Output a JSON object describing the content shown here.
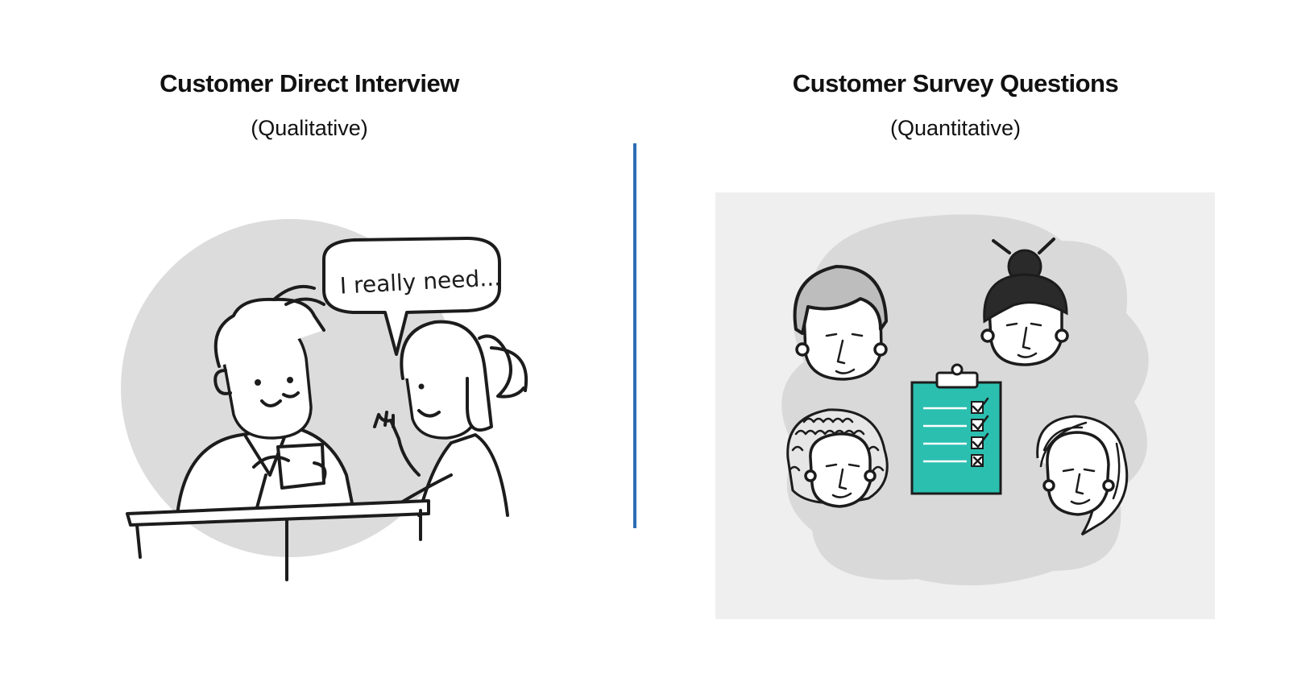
{
  "left": {
    "title": "Customer Direct Interview",
    "subtitle": "(Qualitative)",
    "speech_bubble": "I really need..."
  },
  "right": {
    "title": "Customer Survey Questions",
    "subtitle": "(Quantitative)"
  },
  "colors": {
    "divider": "#2e6db4",
    "clipboard": "#2bbfb0",
    "background_blob": "#d9d9d9",
    "panel": "#efefef"
  }
}
